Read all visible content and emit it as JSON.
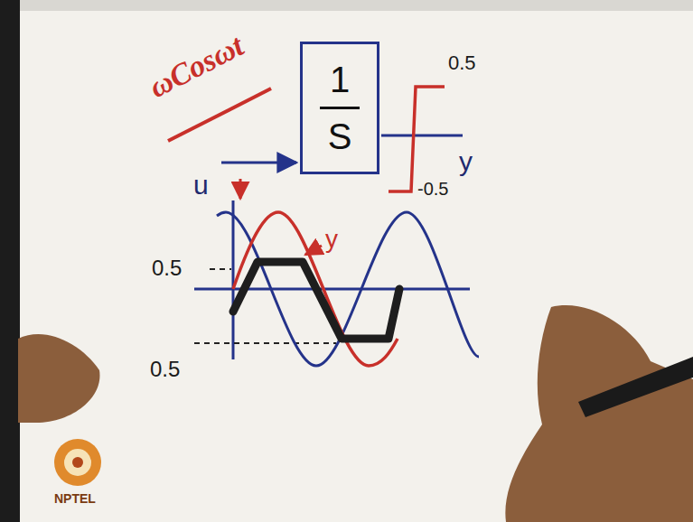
{
  "diagram": {
    "nodes": [
      {
        "text": [
          "1",
          "S"
        ]
      }
    ],
    "edges": [],
    "labels": [
      "ωCosωt",
      "u",
      "y",
      "0.5",
      "-0.5",
      "0.5",
      "y",
      "0.5",
      "NPTEL"
    ]
  }
}
